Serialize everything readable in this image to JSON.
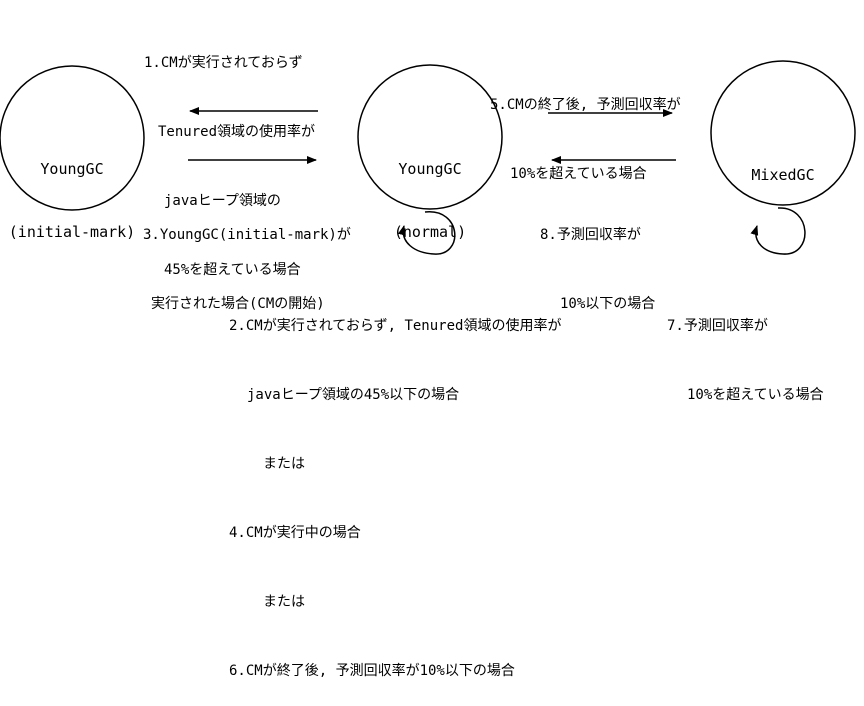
{
  "states": {
    "young_initial": {
      "line1": "YoungGC",
      "line2": "(initial-mark)"
    },
    "young_normal": {
      "line1": "YoungGC",
      "line2": "(normal)"
    },
    "mixed": {
      "line1": "MixedGC"
    }
  },
  "transitions": {
    "t1": [
      "1.CMが実行されておらず",
      "Tenured領域の使用率が",
      "javaヒープ領域の",
      "45%を超えている場合"
    ],
    "t3": [
      "3.YoungGC(initial-mark)が",
      "実行された場合(CMの開始)"
    ],
    "t5": [
      "5.CMの終了後, 予測回収率が",
      "10%を超えている場合"
    ],
    "t8": [
      "8.予測回収率が",
      "10%以下の場合"
    ],
    "t2": [
      "2.CMが実行されておらず, Tenured領域の使用率が",
      "javaヒープ領域の45%以下の場合",
      "または",
      "4.CMが実行中の場合",
      "または",
      "6.CMが終了後, 予測回収率が10%以下の場合"
    ],
    "t7": [
      "7.予測回収率が",
      "10%を超えている場合"
    ]
  }
}
